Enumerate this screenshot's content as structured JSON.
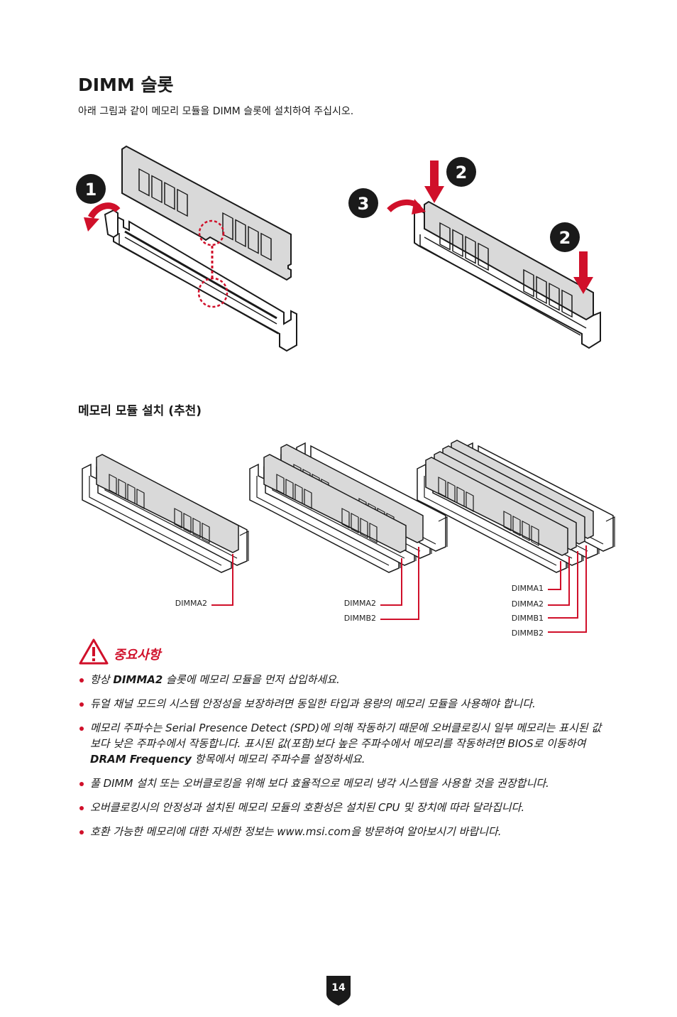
{
  "title": "DIMM 슬롯",
  "intro": "아래 그림과 같이 메모리 모듈을 DIMM 슬롯에 설치하여 주십시오.",
  "steps": [
    "1",
    "2",
    "3",
    "2"
  ],
  "subtitle": "메모리 모듈 설치 (추천)",
  "configs": {
    "one": [
      "DIMMA2"
    ],
    "two": [
      "DIMMA2",
      "DIMMB2"
    ],
    "four": [
      "DIMMA1",
      "DIMMA2",
      "DIMMB1",
      "DIMMB2"
    ]
  },
  "important": {
    "title": "중요사항",
    "notes": [
      {
        "a": "항상 ",
        "b": "DIMMA2",
        "c": " 슬롯에 메모리 모듈을 먼저 삽입하세요."
      },
      {
        "a": "듀얼 채널 모드의 시스템 안정성을 보장하려면 동일한 타입과 용량의 메모리 모듈을 사용해야 합니다.",
        "b": "",
        "c": ""
      },
      {
        "a": "메모리 주파수는 Serial Presence Detect (SPD)에 의해 작동하기 때문에 오버클로킹시 일부 메모리는 표시된 값보다 낮은 주파수에서 작동합니다. 표시된 값(포함)보다 높은 주파수에서 메모리를 작동하려면 BIOS로 이동하여 ",
        "b": "DRAM Frequency",
        "c": " 항목에서 메모리 주파수를 설정하세요."
      },
      {
        "a": "풀 DIMM 설치 또는 오버클로킹을 위해 보다 효율적으로 메모리 냉각 시스템을 사용할 것을 권장합니다.",
        "b": "",
        "c": ""
      },
      {
        "a": "오버클로킹시의 안정성과 설치된 메모리 모듈의 호환성은 설치된 CPU 및 장치에 따라 달라집니다.",
        "b": "",
        "c": ""
      },
      {
        "a": "호환 가능한 메모리에 대한 자세한 정보는 www.msi.com을 방문하여 알아보시기 바랍니다.",
        "b": "",
        "c": ""
      }
    ]
  },
  "page_number": "14",
  "colors": {
    "accent": "#d0102a",
    "module": "#d9d9d9",
    "outline": "#1a1a1a"
  }
}
